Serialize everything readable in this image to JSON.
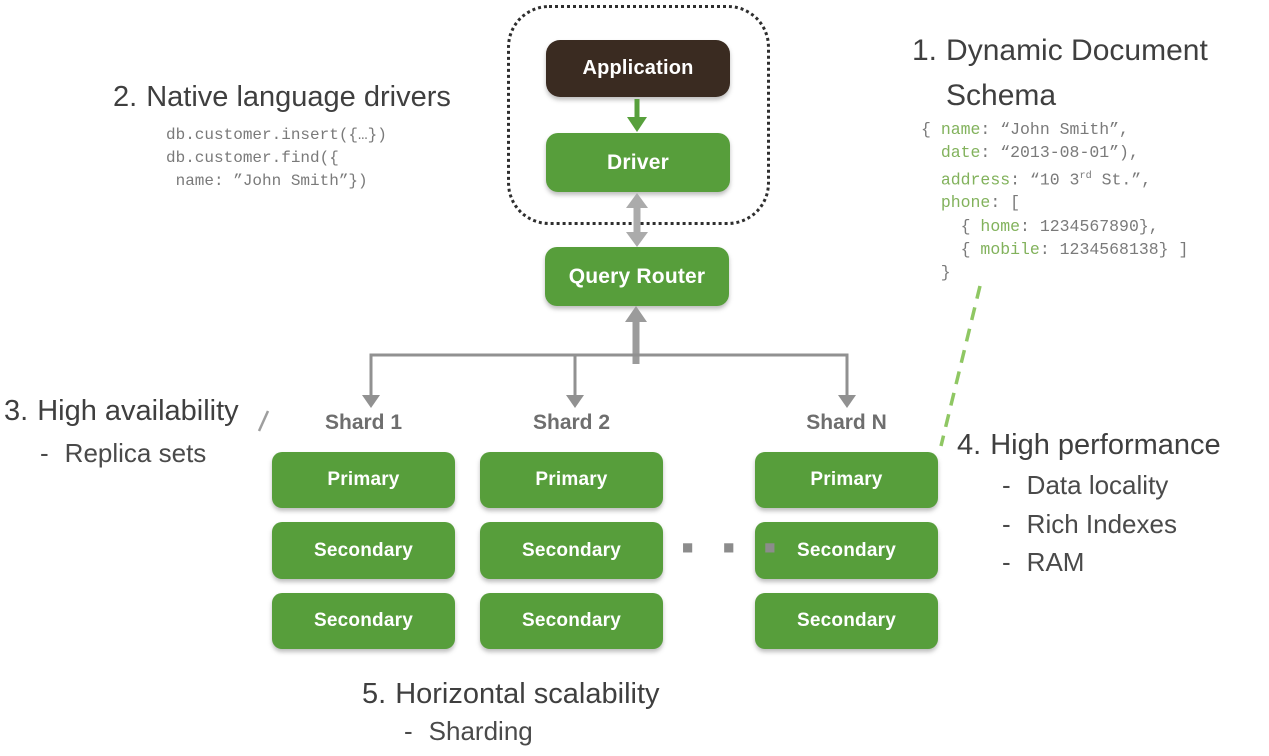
{
  "colors": {
    "node_green": "#579E3B",
    "node_brown": "#3A2B21",
    "arrow_green": "#57A03C",
    "arrow_gray": "#A8A8A8",
    "branch_gray": "#919191",
    "dashed_green": "#8FC763",
    "heading_gray": "#3F3F3F",
    "code_gray": "#7A7A7A",
    "code_green": "#82B25C"
  },
  "diagram": {
    "application_label": "Application",
    "driver_label": "Driver",
    "query_router_label": "Query Router",
    "shards": [
      {
        "label": "Shard 1",
        "nodes": [
          "Primary",
          "Secondary",
          "Secondary"
        ]
      },
      {
        "label": "Shard 2",
        "nodes": [
          "Primary",
          "Secondary",
          "Secondary"
        ]
      },
      {
        "label": "Shard N",
        "nodes": [
          "Primary",
          "Secondary",
          "Secondary"
        ]
      }
    ],
    "more_shards_indicator": "■ ■ ■"
  },
  "callouts": {
    "bullet_prefix": "-",
    "schema": {
      "number": "1.",
      "title_line1": "Dynamic Document",
      "title_line2": "Schema",
      "code_lines": [
        [
          {
            "text": "{ "
          },
          {
            "text": "name",
            "color": "green"
          },
          {
            "text": ": “John Smith”,"
          }
        ],
        [
          {
            "text": "  "
          },
          {
            "text": "date",
            "color": "green"
          },
          {
            "text": ": “2013-08-01”),"
          }
        ],
        [
          {
            "text": "  "
          },
          {
            "text": "address",
            "color": "green"
          },
          {
            "text": ": “10 3"
          },
          {
            "text": "rd",
            "sup": true
          },
          {
            "text": " St.”,"
          }
        ],
        [
          {
            "text": "  "
          },
          {
            "text": "phone",
            "color": "green"
          },
          {
            "text": ": ["
          }
        ],
        [
          {
            "text": "    { "
          },
          {
            "text": "home",
            "color": "green"
          },
          {
            "text": ": 1234567890},"
          }
        ],
        [
          {
            "text": "    { "
          },
          {
            "text": "mobile",
            "color": "green"
          },
          {
            "text": ": 1234568138} ]"
          }
        ],
        [
          {
            "text": "  }"
          }
        ]
      ]
    },
    "drivers": {
      "number": "2.",
      "title": "Native language drivers",
      "code_lines": [
        [
          {
            "text": "db.customer.insert({…})"
          }
        ],
        [
          {
            "text": "db.customer.find({"
          }
        ],
        [
          {
            "text": " name: ”John Smith”})"
          }
        ]
      ]
    },
    "availability": {
      "number": "3.",
      "title": "High availability",
      "bullets": [
        "Replica sets"
      ]
    },
    "performance": {
      "number": "4.",
      "title": "High performance",
      "bullets": [
        "Data locality",
        "Rich Indexes",
        "RAM"
      ]
    },
    "scalability": {
      "number": "5.",
      "title": "Horizontal scalability",
      "bullets": [
        "Sharding"
      ]
    }
  }
}
